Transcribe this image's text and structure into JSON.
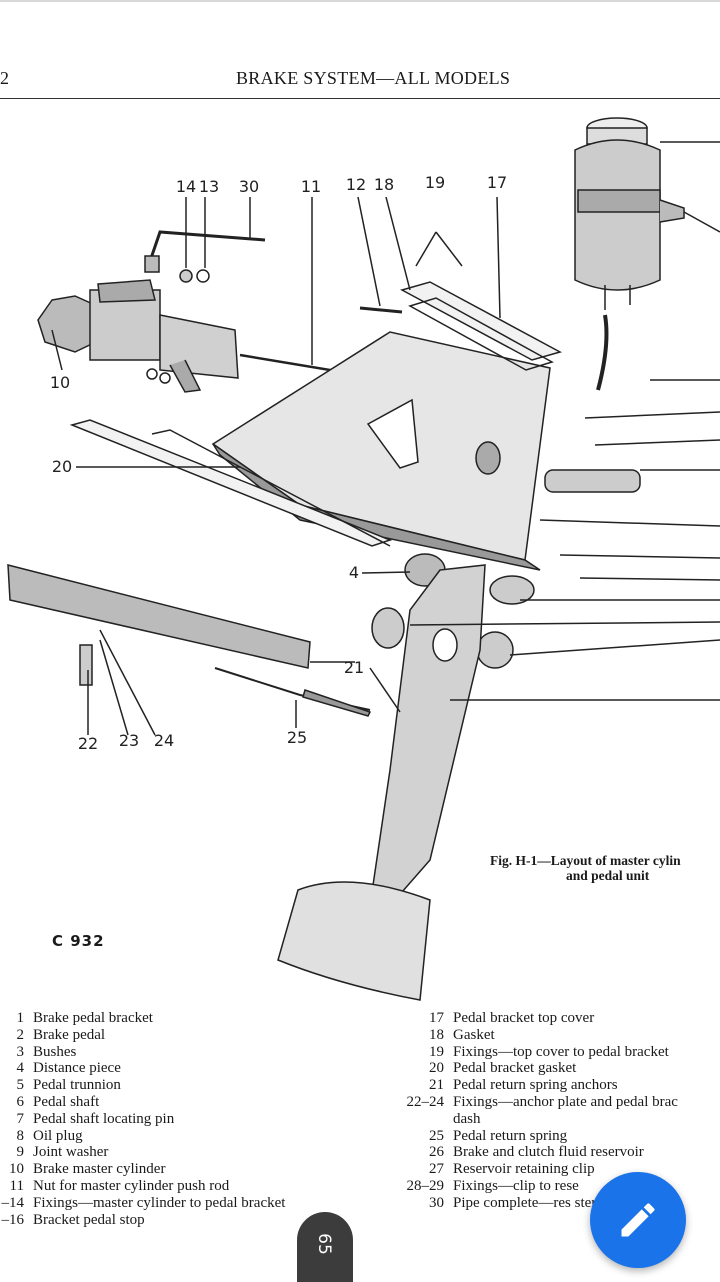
{
  "header": {
    "page_number": "2",
    "title": "BRAKE SYSTEM—ALL MODELS"
  },
  "figure": {
    "callouts": [
      "14",
      "13",
      "30",
      "11",
      "12",
      "18",
      "19",
      "17",
      "10",
      "20",
      "4",
      "21",
      "22",
      "23",
      "24",
      "25"
    ],
    "caption_line1": "Fig. H-1—Layout of master cylin",
    "caption_line2": "and pedal unit",
    "plate_ref": "C 932"
  },
  "parts_left": [
    {
      "num": "1",
      "desc": "Brake pedal bracket"
    },
    {
      "num": "2",
      "desc": "Brake pedal"
    },
    {
      "num": "3",
      "desc": "Bushes"
    },
    {
      "num": "4",
      "desc": "Distance piece"
    },
    {
      "num": "5",
      "desc": "Pedal trunnion"
    },
    {
      "num": "6",
      "desc": "Pedal shaft"
    },
    {
      "num": "7",
      "desc": "Pedal shaft locating pin"
    },
    {
      "num": "8",
      "desc": "Oil plug"
    },
    {
      "num": "9",
      "desc": "Joint washer"
    },
    {
      "num": "10",
      "desc": "Brake master cylinder"
    },
    {
      "num": "11",
      "desc": "Nut for master cylinder push rod"
    },
    {
      "num": "–14",
      "desc": "Fixings—master cylinder to pedal bracket"
    },
    {
      "num": "–16",
      "desc": "Bracket pedal stop"
    }
  ],
  "parts_right": [
    {
      "num": "17",
      "desc": "Pedal bracket top cover"
    },
    {
      "num": "18",
      "desc": "Gasket"
    },
    {
      "num": "19",
      "desc": "Fixings—top cover to pedal bracket"
    },
    {
      "num": "20",
      "desc": "Pedal bracket gasket"
    },
    {
      "num": "21",
      "desc": "Pedal return spring anchors"
    },
    {
      "num": "22–24",
      "desc": "Fixings—anchor plate and pedal brac"
    },
    {
      "num": "",
      "desc": "dash"
    },
    {
      "num": "25",
      "desc": "Pedal return spring"
    },
    {
      "num": "26",
      "desc": "Brake and clutch fluid reservoir"
    },
    {
      "num": "27",
      "desc": "Reservoir retaining clip"
    },
    {
      "num": "28–29",
      "desc": "Fixings—clip to rese"
    },
    {
      "num": "30",
      "desc": "Pipe complete—res                ster c"
    }
  ],
  "scroll_indicator": "65",
  "icons": {
    "fab": "pencil-icon"
  },
  "colors": {
    "fab": "#1a73e8",
    "scroll_thumb": "#3c3c3c"
  }
}
